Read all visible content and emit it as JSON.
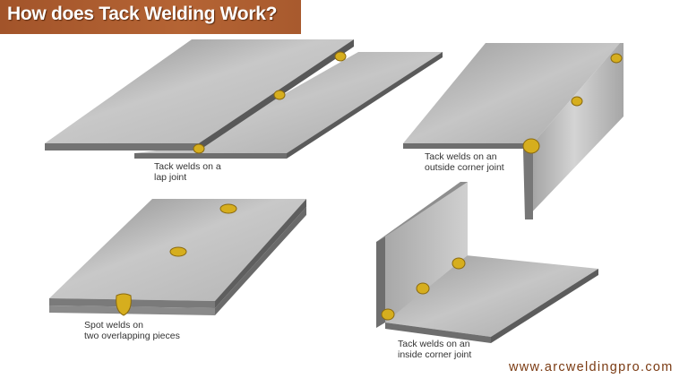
{
  "title": "How does Tack Welding Work?",
  "colors": {
    "banner": "#b0602f",
    "metal_top": "#bfbfbf",
    "metal_edge": "#6e6e6e",
    "weld": "#d6ae1e",
    "caption": "#333333",
    "website": "#7a3a12"
  },
  "diagrams": {
    "lap_joint": {
      "caption_line1": "Tack welds on a",
      "caption_line2": "lap joint"
    },
    "outside_corner": {
      "caption_line1": "Tack welds on an",
      "caption_line2": "outside corner joint"
    },
    "spot_weld": {
      "caption_line1": "Spot welds on",
      "caption_line2": "two overlapping pieces"
    },
    "inside_corner": {
      "caption_line1": "Tack welds on an",
      "caption_line2": "inside corner joint"
    }
  },
  "website": "www.arcweldingpro.com"
}
